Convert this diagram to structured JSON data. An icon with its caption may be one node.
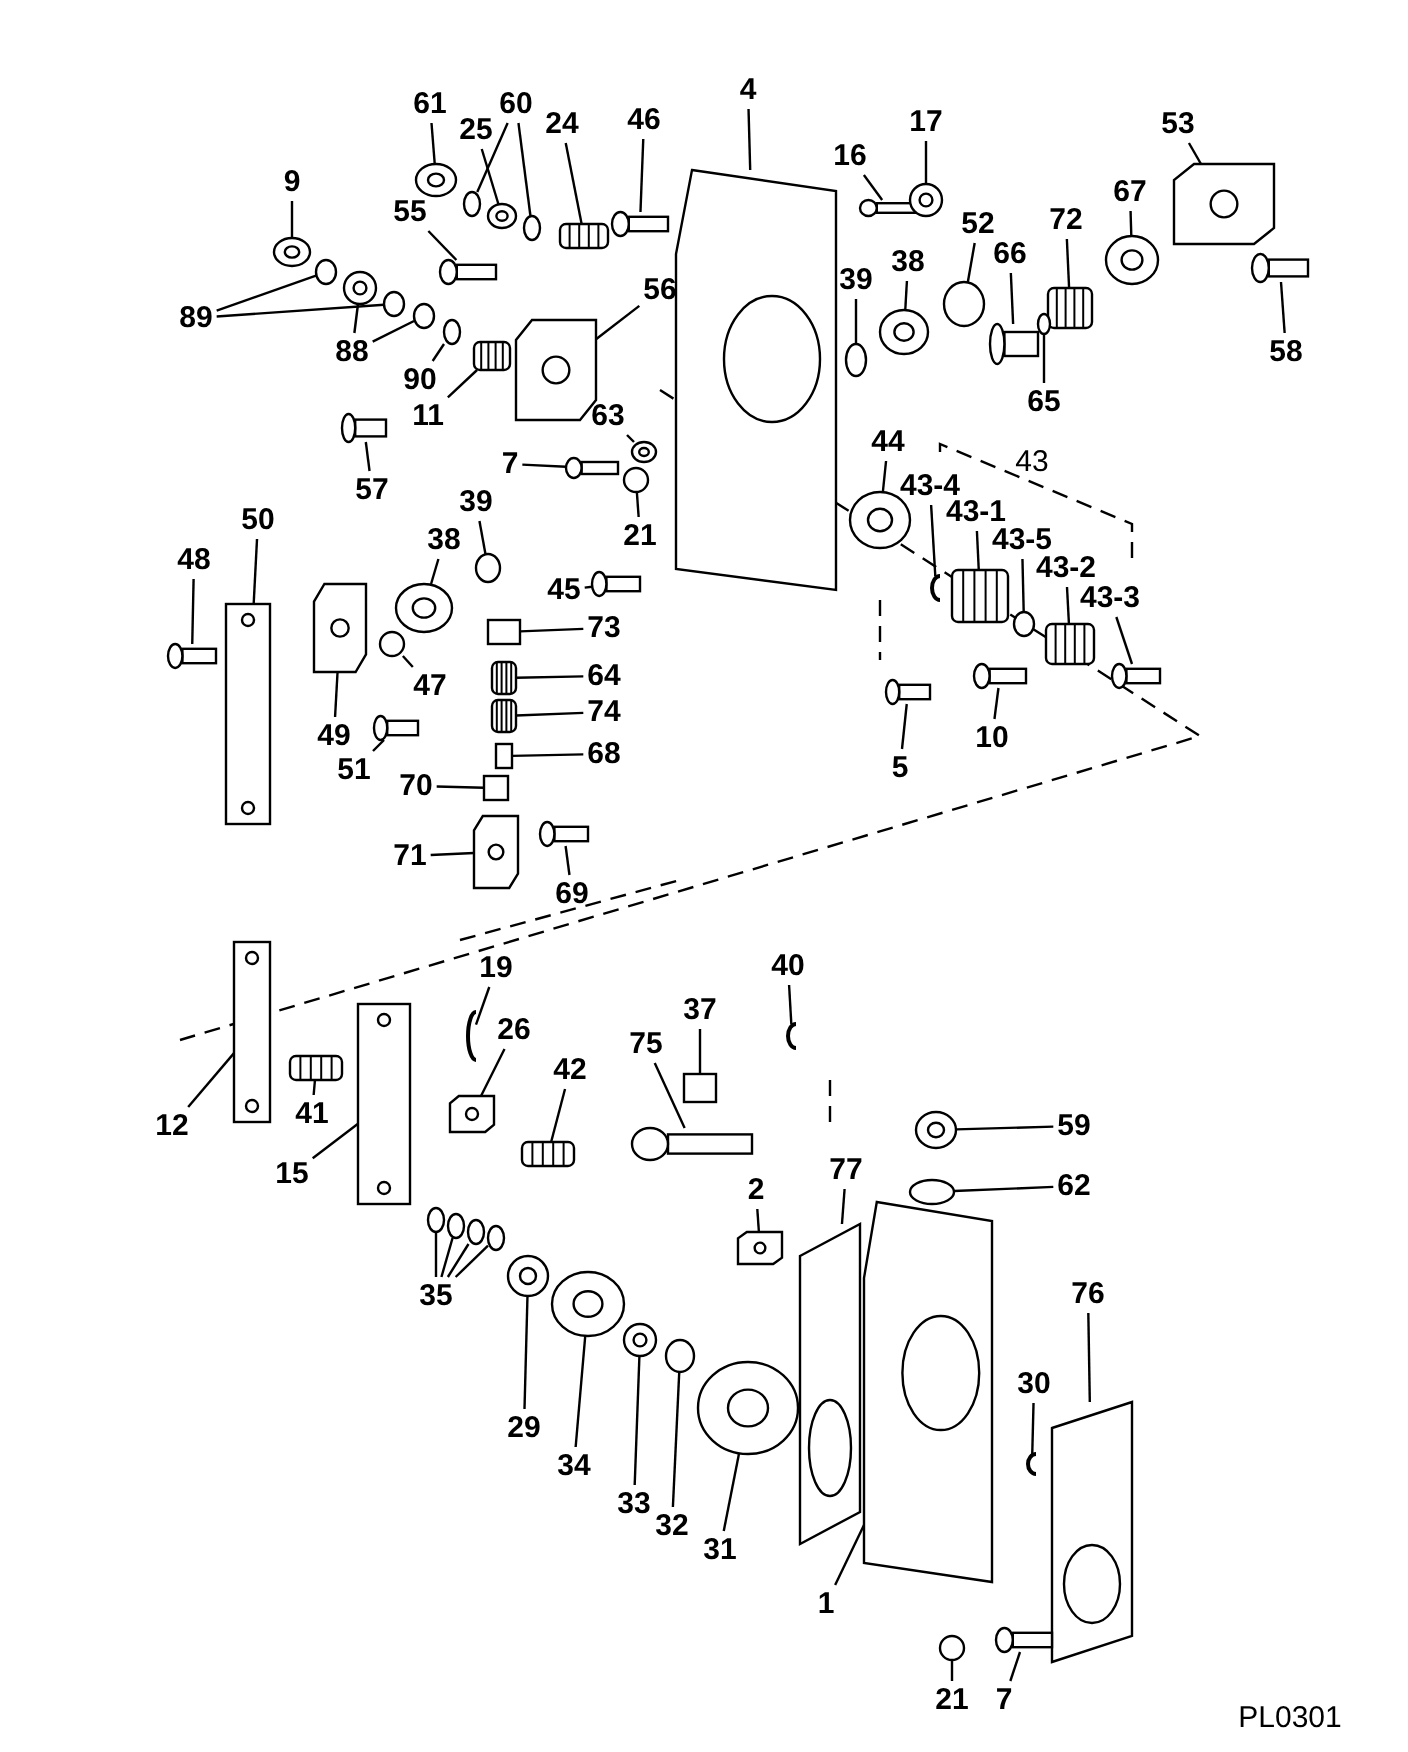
{
  "diagram": {
    "nodes": [
      {
        "text": [
          "61"
        ]
      },
      {
        "text": [
          "25"
        ]
      },
      {
        "text": [
          "60"
        ]
      },
      {
        "text": [
          "24"
        ]
      },
      {
        "text": [
          "46"
        ]
      },
      {
        "text": [
          "4"
        ]
      },
      {
        "text": [
          "16"
        ]
      },
      {
        "text": [
          "17"
        ]
      },
      {
        "text": [
          "53"
        ]
      },
      {
        "text": [
          "9"
        ]
      },
      {
        "text": [
          "55"
        ]
      },
      {
        "text": [
          "52"
        ]
      },
      {
        "text": [
          "72"
        ]
      },
      {
        "text": [
          "67"
        ]
      },
      {
        "text": [
          "66"
        ]
      },
      {
        "text": [
          "38"
        ]
      },
      {
        "text": [
          "39"
        ]
      },
      {
        "text": [
          "56"
        ]
      },
      {
        "text": [
          "89"
        ]
      },
      {
        "text": [
          "88"
        ]
      },
      {
        "text": [
          "90"
        ]
      },
      {
        "text": [
          "11"
        ]
      },
      {
        "text": [
          "58"
        ]
      },
      {
        "text": [
          "65"
        ]
      },
      {
        "text": [
          "63"
        ]
      },
      {
        "text": [
          "44"
        ]
      },
      {
        "text": [
          "7"
        ]
      },
      {
        "text": [
          "57"
        ]
      },
      {
        "text": [
          "43-4"
        ]
      },
      {
        "text": [
          "39"
        ]
      },
      {
        "text": [
          "43-1"
        ]
      },
      {
        "text": [
          "21"
        ]
      },
      {
        "text": [
          "38"
        ]
      },
      {
        "text": [
          "43-5"
        ]
      },
      {
        "text": [
          "50"
        ]
      },
      {
        "text": [
          "48"
        ]
      },
      {
        "text": [
          "43-2"
        ]
      },
      {
        "text": [
          "45"
        ]
      },
      {
        "text": [
          "43-3"
        ]
      },
      {
        "text": [
          "73"
        ]
      },
      {
        "text": [
          "64"
        ]
      },
      {
        "text": [
          "47"
        ]
      },
      {
        "text": [
          "74"
        ]
      },
      {
        "text": [
          "49"
        ]
      },
      {
        "text": [
          "10"
        ]
      },
      {
        "text": [
          "68"
        ]
      },
      {
        "text": [
          "5"
        ]
      },
      {
        "text": [
          "51"
        ]
      },
      {
        "text": [
          "70"
        ]
      },
      {
        "text": [
          "71"
        ]
      },
      {
        "text": [
          "69"
        ]
      },
      {
        "text": [
          "40"
        ]
      },
      {
        "text": [
          "19"
        ]
      },
      {
        "text": [
          "37"
        ]
      },
      {
        "text": [
          "26"
        ]
      },
      {
        "text": [
          "75"
        ]
      },
      {
        "text": [
          "42"
        ]
      },
      {
        "text": [
          "41"
        ]
      },
      {
        "text": [
          "12"
        ]
      },
      {
        "text": [
          "59"
        ]
      },
      {
        "text": [
          "15"
        ]
      },
      {
        "text": [
          "77"
        ]
      },
      {
        "text": [
          "62"
        ]
      },
      {
        "text": [
          "2"
        ]
      },
      {
        "text": [
          "35"
        ]
      },
      {
        "text": [
          "76"
        ]
      },
      {
        "text": [
          "30"
        ]
      },
      {
        "text": [
          "29"
        ]
      },
      {
        "text": [
          "34"
        ]
      },
      {
        "text": [
          "33"
        ]
      },
      {
        "text": [
          "32"
        ]
      },
      {
        "text": [
          "31"
        ]
      },
      {
        "text": [
          "1"
        ]
      },
      {
        "text": [
          "21"
        ]
      },
      {
        "text": [
          "7"
        ]
      },
      {
        "text": [],
        "shape": "picture"
      },
      {
        "text": [],
        "shape": "picture"
      },
      {
        "text": [],
        "shape": "circle"
      },
      {
        "text": [],
        "shape": "circle"
      },
      {
        "text": [],
        "shape": "picture"
      },
      {
        "text": [],
        "shape": "picture"
      },
      {
        "text": [],
        "shape": "picture"
      },
      {
        "text": [],
        "shape": "picture"
      },
      {
        "text": [],
        "shape": "picture"
      },
      {
        "text": [],
        "shape": "picture"
      },
      {
        "text": [],
        "shape": "picture"
      },
      {
        "text": [],
        "shape": "picture"
      },
      {
        "text": [],
        "shape": "circle"
      },
      {
        "text": [],
        "shape": "picture"
      },
      {
        "text": [],
        "shape": "picture"
      },
      {
        "text": [],
        "shape": "picture"
      },
      {
        "text": [],
        "shape": "picture"
      },
      {
        "text": [],
        "shape": "circle"
      },
      {
        "text": [],
        "shape": "picture"
      },
      {
        "text": [],
        "shape": "circle"
      },
      {
        "text": [],
        "shape": "circle"
      },
      {
        "text": [],
        "shape": "picture"
      },
      {
        "text": [],
        "shape": "circle"
      },
      {
        "text": [],
        "shape": "circle"
      },
      {
        "text": [],
        "shape": "picture"
      },
      {
        "text": [],
        "shape": "picture"
      },
      {
        "text": [],
        "shape": "circle"
      },
      {
        "text": [],
        "shape": "picture"
      },
      {
        "text": [],
        "shape": "picture"
      },
      {
        "text": [],
        "shape": "picture"
      },
      {
        "text": [],
        "shape": "picture"
      },
      {
        "text": [],
        "shape": "picture"
      },
      {
        "text": [],
        "shape": "circle"
      },
      {
        "text": [],
        "shape": "picture"
      },
      {
        "text": [],
        "shape": "circle"
      },
      {
        "text": [],
        "shape": "picture"
      },
      {
        "text": [],
        "shape": "circle"
      },
      {
        "text": [],
        "shape": "picture"
      },
      {
        "text": [],
        "shape": "picture"
      },
      {
        "text": [],
        "shape": "picture"
      },
      {
        "text": [],
        "shape": "picture"
      },
      {
        "text": [],
        "shape": "picture"
      },
      {
        "text": [],
        "shape": "box"
      },
      {
        "text": [],
        "shape": "picture"
      },
      {
        "text": [],
        "shape": "circle"
      },
      {
        "text": [],
        "shape": "picture"
      },
      {
        "text": [],
        "shape": "picture"
      },
      {
        "text": [],
        "shape": "picture"
      },
      {
        "text": [],
        "shape": "box"
      },
      {
        "text": [],
        "shape": "picture"
      },
      {
        "text": [],
        "shape": "picture"
      },
      {
        "text": [],
        "shape": "box"
      },
      {
        "text": [],
        "shape": "picture"
      },
      {
        "text": [],
        "shape": "picture"
      },
      {
        "text": [],
        "shape": "picture"
      },
      {
        "text": [],
        "shape": "picture"
      },
      {
        "text": [],
        "shape": "box"
      },
      {
        "text": [],
        "shape": "picture"
      },
      {
        "text": [],
        "shape": "picture"
      },
      {
        "text": [],
        "shape": "picture"
      },
      {
        "text": [],
        "shape": "picture"
      },
      {
        "text": [],
        "shape": "picture"
      },
      {
        "text": [],
        "shape": "picture"
      },
      {
        "text": [],
        "shape": "picture"
      },
      {
        "text": [],
        "shape": "picture"
      },
      {
        "text": [],
        "shape": "circle"
      },
      {
        "text": [],
        "shape": "picture"
      },
      {
        "text": [],
        "shape": "circle"
      },
      {
        "text": [],
        "shape": "circle"
      },
      {
        "text": [],
        "shape": "circle"
      },
      {
        "text": [],
        "shape": "circle"
      },
      {
        "text": [],
        "shape": "picture"
      },
      {
        "text": [],
        "shape": "picture"
      },
      {
        "text": [],
        "shape": "picture"
      },
      {
        "text": [],
        "shape": "picture"
      },
      {
        "text": [],
        "shape": "picture"
      },
      {
        "text": [],
        "shape": "circle"
      },
      {
        "text": [],
        "shape": "picture"
      },
      {
        "text": [],
        "shape": "picture"
      },
      {
        "text": [],
        "shape": "circle"
      },
      {
        "text": [],
        "shape": "picture"
      }
    ],
    "edges": [
      {
        "from": 0,
        "to": 75,
        "arrow": "none"
      },
      {
        "from": 1,
        "to": 76,
        "arrow": "none"
      },
      {
        "from": 2,
        "to": 77,
        "arrow": "none"
      },
      {
        "from": 2,
        "to": 78,
        "arrow": "none"
      },
      {
        "from": 3,
        "to": 79,
        "arrow": "none"
      },
      {
        "from": 4,
        "to": 80,
        "arrow": "none"
      },
      {
        "from": 5,
        "to": 81,
        "arrow": "none"
      },
      {
        "from": 6,
        "to": 82,
        "arrow": "none"
      },
      {
        "from": 7,
        "to": 83,
        "arrow": "none"
      },
      {
        "from": 8,
        "to": 84,
        "arrow": "none"
      },
      {
        "from": 9,
        "to": 85,
        "arrow": "none"
      },
      {
        "from": 10,
        "to": 86,
        "arrow": "none"
      },
      {
        "from": 11,
        "to": 87,
        "arrow": "none"
      },
      {
        "from": 12,
        "to": 88,
        "arrow": "none"
      },
      {
        "from": 13,
        "to": 89,
        "arrow": "none"
      },
      {
        "from": 14,
        "to": 90,
        "arrow": "none"
      },
      {
        "from": 15,
        "to": 91,
        "arrow": "none"
      },
      {
        "from": 16,
        "to": 92,
        "arrow": "none"
      },
      {
        "from": 17,
        "to": 93,
        "arrow": "none"
      },
      {
        "from": 18,
        "to": 94,
        "arrow": "none"
      },
      {
        "from": 18,
        "to": 95,
        "arrow": "none"
      },
      {
        "from": 19,
        "to": 96,
        "arrow": "none"
      },
      {
        "from": 19,
        "to": 97,
        "arrow": "none"
      },
      {
        "from": 20,
        "to": 98,
        "arrow": "none"
      },
      {
        "from": 21,
        "to": 99,
        "arrow": "none"
      },
      {
        "from": 22,
        "to": 100,
        "arrow": "none"
      },
      {
        "from": 23,
        "to": 101,
        "arrow": "none"
      },
      {
        "from": 24,
        "to": 102,
        "arrow": "none"
      },
      {
        "from": 25,
        "to": 103,
        "arrow": "none"
      },
      {
        "from": 26,
        "to": 104,
        "arrow": "none"
      },
      {
        "from": 27,
        "to": 105,
        "arrow": "none"
      },
      {
        "from": 28,
        "to": 106,
        "arrow": "none"
      },
      {
        "from": 29,
        "to": 107,
        "arrow": "none"
      },
      {
        "from": 30,
        "to": 108,
        "arrow": "none"
      },
      {
        "from": 31,
        "to": 109,
        "arrow": "none"
      },
      {
        "from": 32,
        "to": 110,
        "arrow": "none"
      },
      {
        "from": 33,
        "to": 111,
        "arrow": "none"
      },
      {
        "from": 34,
        "to": 112,
        "arrow": "none"
      },
      {
        "from": 35,
        "to": 113,
        "arrow": "none"
      },
      {
        "from": 36,
        "to": 114,
        "arrow": "none"
      },
      {
        "from": 37,
        "to": 115,
        "arrow": "none"
      },
      {
        "from": 38,
        "to": 116,
        "arrow": "none"
      },
      {
        "from": 39,
        "to": 117,
        "arrow": "none"
      },
      {
        "from": 40,
        "to": 118,
        "arrow": "none"
      },
      {
        "from": 41,
        "to": 119,
        "arrow": "none"
      },
      {
        "from": 42,
        "to": 120,
        "arrow": "none"
      },
      {
        "from": 43,
        "to": 121,
        "arrow": "none"
      },
      {
        "from": 44,
        "to": 122,
        "arrow": "none"
      },
      {
        "from": 45,
        "to": 123,
        "arrow": "none"
      },
      {
        "from": 46,
        "to": 124,
        "arrow": "none"
      },
      {
        "from": 47,
        "to": 125,
        "arrow": "none"
      },
      {
        "from": 48,
        "to": 126,
        "arrow": "none"
      },
      {
        "from": 49,
        "to": 127,
        "arrow": "none"
      },
      {
        "from": 50,
        "to": 128,
        "arrow": "none"
      },
      {
        "from": 51,
        "to": 129,
        "arrow": "none"
      },
      {
        "from": 52,
        "to": 130,
        "arrow": "none"
      },
      {
        "from": 53,
        "to": 131,
        "arrow": "none"
      },
      {
        "from": 54,
        "to": 132,
        "arrow": "none"
      },
      {
        "from": 55,
        "to": 133,
        "arrow": "none"
      },
      {
        "from": 56,
        "to": 134,
        "arrow": "none"
      },
      {
        "from": 57,
        "to": 135,
        "arrow": "none"
      },
      {
        "from": 58,
        "to": 136,
        "arrow": "none"
      },
      {
        "from": 59,
        "to": 137,
        "arrow": "none"
      },
      {
        "from": 60,
        "to": 138,
        "arrow": "none"
      },
      {
        "from": 61,
        "to": 139,
        "arrow": "none"
      },
      {
        "from": 62,
        "to": 140,
        "arrow": "none"
      },
      {
        "from": 63,
        "to": 141,
        "arrow": "none"
      },
      {
        "from": 64,
        "to": 142,
        "arrow": "none"
      },
      {
        "from": 64,
        "to": 143,
        "arrow": "none"
      },
      {
        "from": 64,
        "to": 144,
        "arrow": "none"
      },
      {
        "from": 64,
        "to": 145,
        "arrow": "none"
      },
      {
        "from": 65,
        "to": 146,
        "arrow": "none"
      },
      {
        "from": 66,
        "to": 147,
        "arrow": "none"
      },
      {
        "from": 67,
        "to": 148,
        "arrow": "none"
      },
      {
        "from": 68,
        "to": 149,
        "arrow": "none"
      },
      {
        "from": 69,
        "to": 150,
        "arrow": "none"
      },
      {
        "from": 70,
        "to": 151,
        "arrow": "none"
      },
      {
        "from": 71,
        "to": 152,
        "arrow": "none"
      },
      {
        "from": 72,
        "to": 153,
        "arrow": "none"
      },
      {
        "from": 73,
        "to": 154,
        "arrow": "none"
      },
      {
        "from": 74,
        "to": 155,
        "arrow": "none"
      }
    ],
    "labels": [
      "43",
      "PL0301"
    ]
  }
}
